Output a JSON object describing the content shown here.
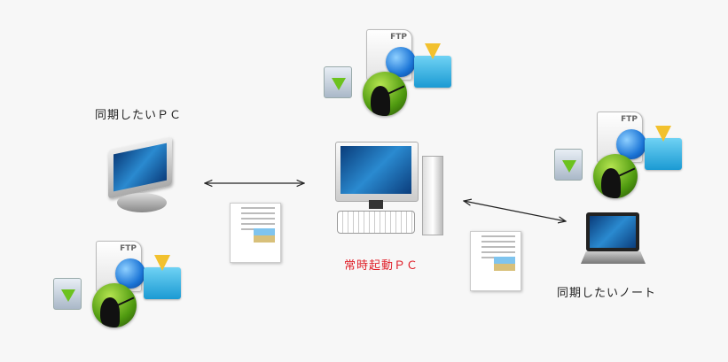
{
  "labels": {
    "sync_pc": "同期したいＰＣ",
    "server_pc": "常時起動ＰＣ",
    "sync_note": "同期したいノート"
  },
  "ftp_icon_text": "FTP",
  "colors": {
    "server_label": "#e0202a",
    "arrow": "#222222"
  }
}
